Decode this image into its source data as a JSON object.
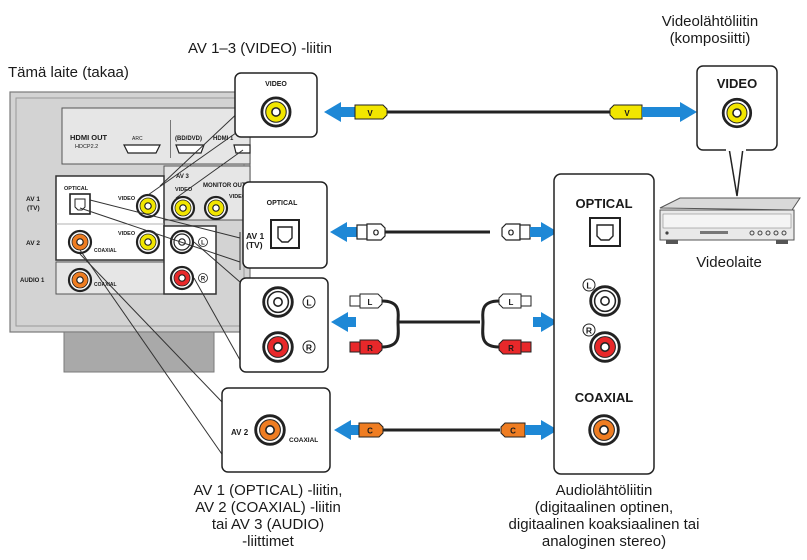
{
  "device": {
    "title": "Tämä laite (takaa)",
    "panel": {
      "hdmi_out": "HDMI OUT",
      "hdcp": "HDCP2.2",
      "arc": "ARC",
      "bd_dvd": "(BD/DVD)",
      "hdmi1": "HDMI 1",
      "av3": "AV 3",
      "video": "VIDEO",
      "monitor_out": "MONITOR OUT",
      "optical": "OPTICAL",
      "av1": "AV 1",
      "tv": "(TV)",
      "av2": "AV 2",
      "coaxial": "COAXIAL",
      "audio1": "AUDIO 1",
      "l": "L",
      "r": "R"
    }
  },
  "callouts": {
    "video_label": "AV 1–3 (VIDEO) -liitin",
    "video": "VIDEO",
    "optical": "OPTICAL",
    "av1": "AV 1",
    "tv": "(TV)",
    "l": "L",
    "r": "R",
    "av2": "AV 2",
    "coaxial": "COAXIAL",
    "audio_label": [
      "AV 1 (OPTICAL) -liitin,",
      "AV 2 (COAXIAL) -liitin",
      "tai AV 3 (AUDIO)",
      "-liittimet"
    ]
  },
  "cables": {
    "video": "V",
    "optical": "O",
    "left": "L",
    "right": "R",
    "coaxial": "C"
  },
  "source": {
    "video_label": [
      "Videolähtöliitin",
      "(komposiitti)"
    ],
    "video": "VIDEO",
    "optical": "OPTICAL",
    "l": "L",
    "r": "R",
    "coaxial": "COAXIAL",
    "device_label": "Videolaite",
    "audio_label": [
      "Audiolähtöliitin",
      "(digitaalinen optinen,",
      "digitaalinen koaksiaalinen tai",
      "analoginen stereo)"
    ]
  },
  "colors": {
    "arrow": "#1e88d6",
    "video_plug": "#f2e600",
    "red_plug": "#e8282a",
    "coax_plug": "#ef7d22",
    "panel": "#d3d3d3",
    "panel_dark": "#a9a9a9"
  }
}
